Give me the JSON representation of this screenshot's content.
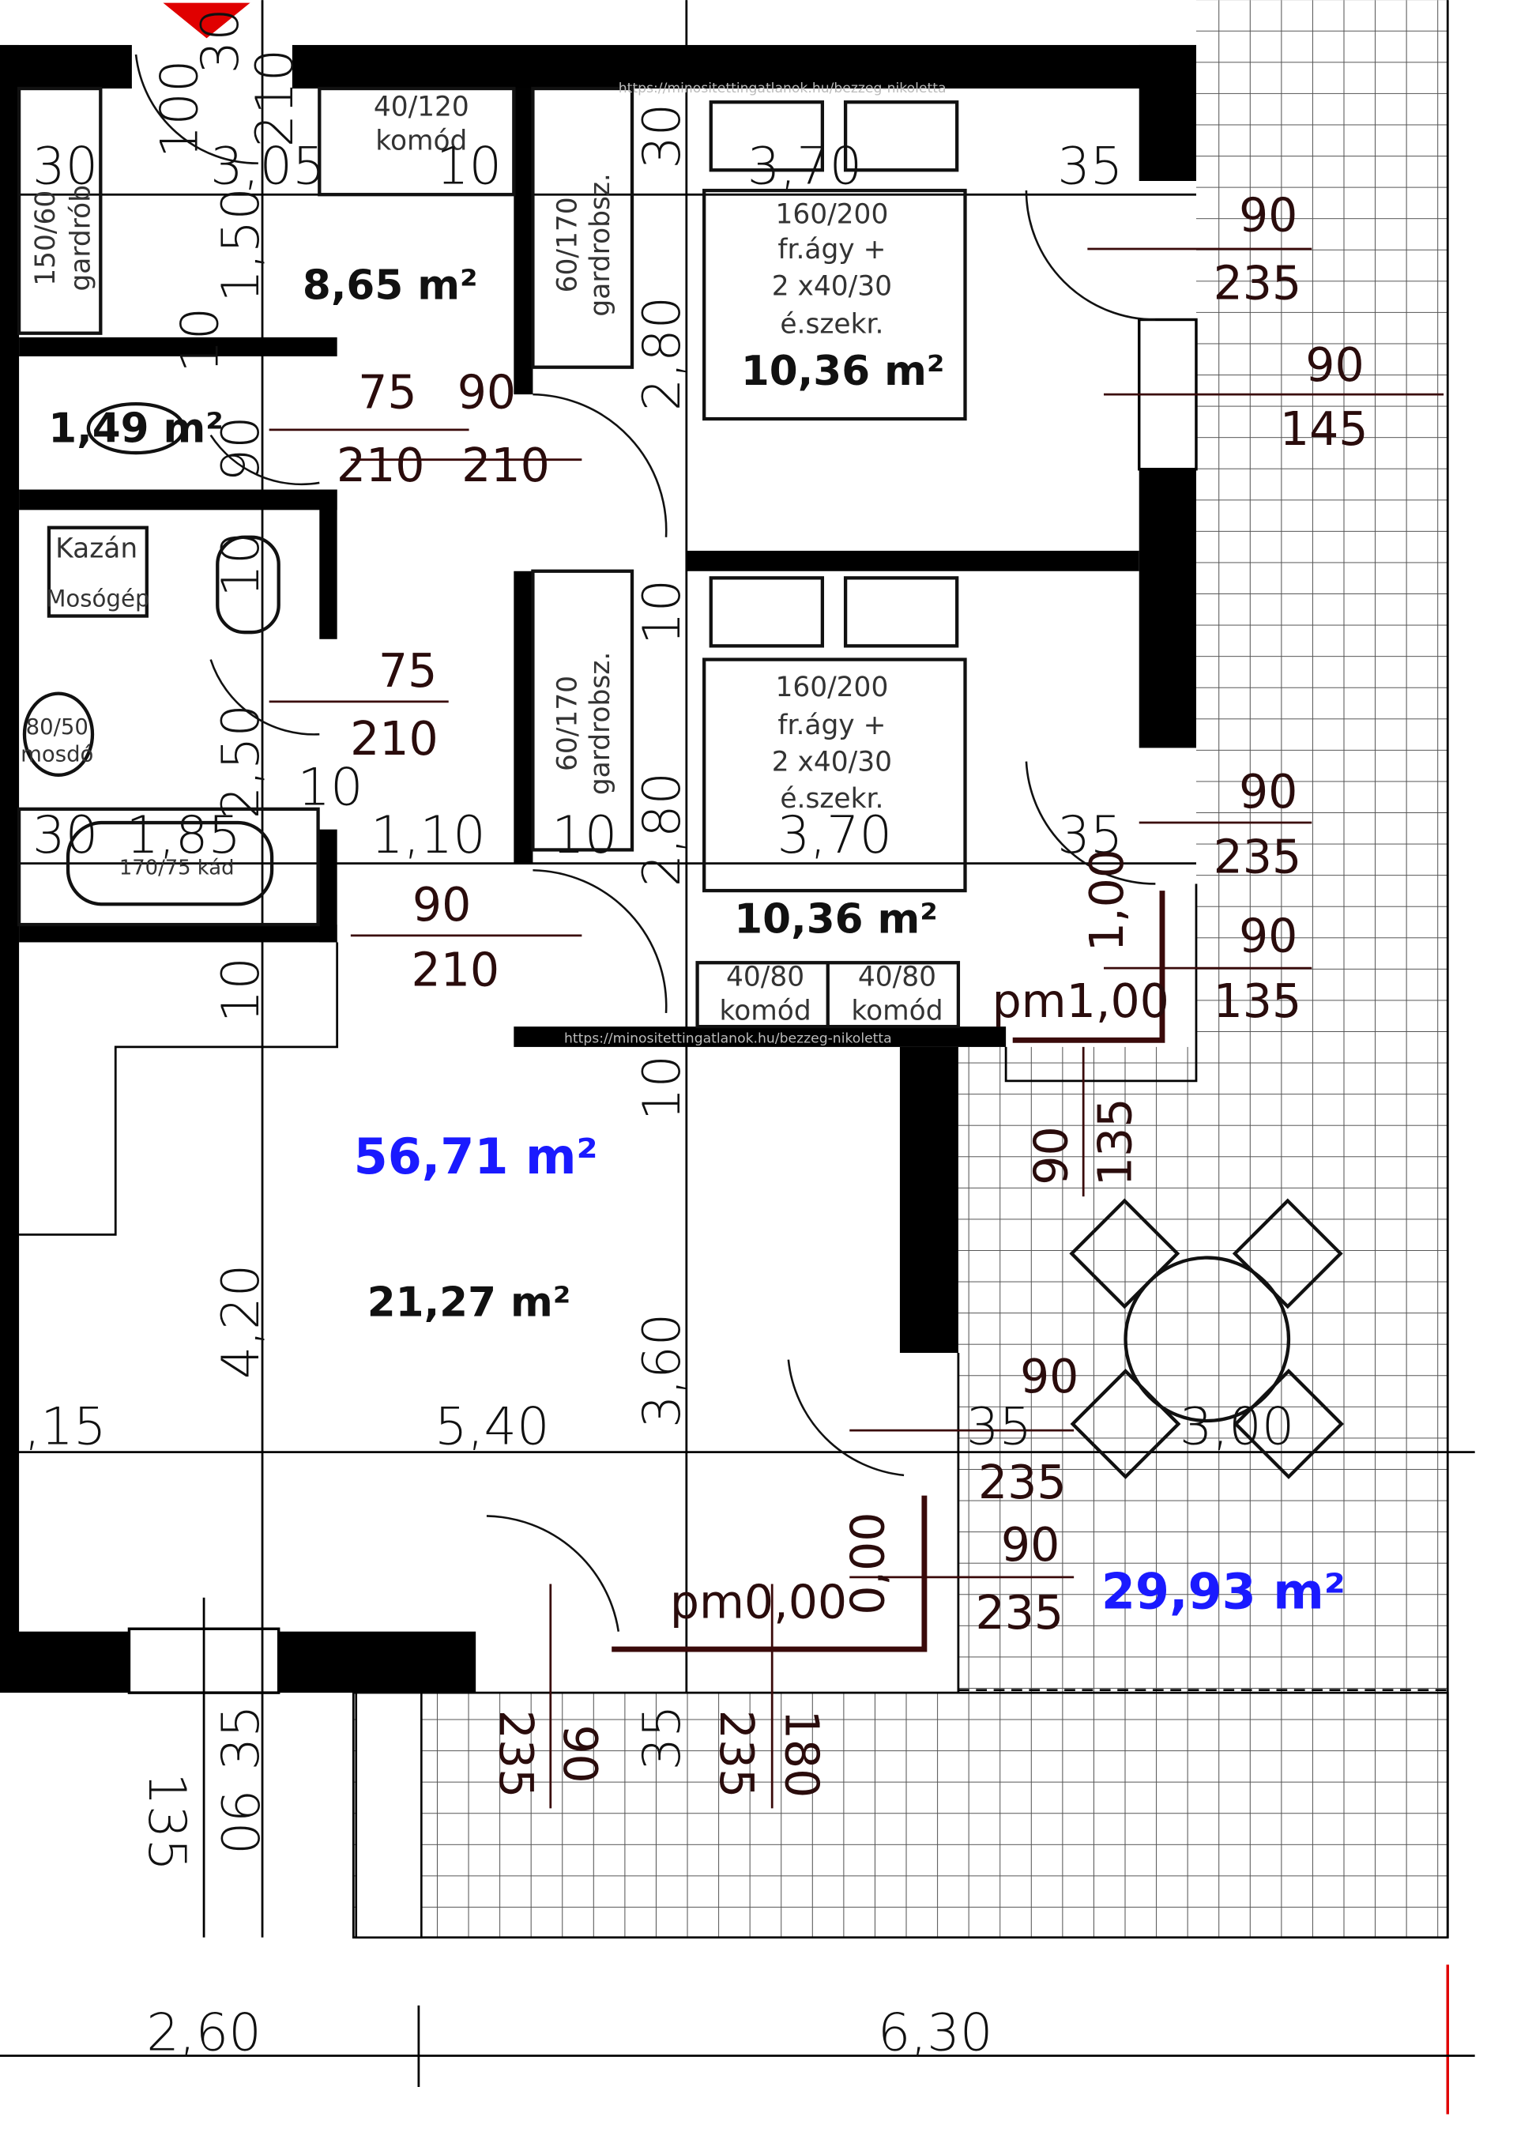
{
  "areas": {
    "bedroom_hall": "8,65 m²",
    "bedroom1": "10,36 m²",
    "wc": "1,49 m²",
    "bedroom2": "10,36 m²",
    "total": "56,71 m²",
    "living": "21,27 m²",
    "terrace": "29,93 m²"
  },
  "furniture": {
    "dresser_top": [
      "40/120",
      "komód"
    ],
    "wardrobe_left": [
      "150/60",
      "gardrób"
    ],
    "wardrobe1": [
      "60/170",
      "gardrobsz."
    ],
    "wardrobe2": [
      "60/170",
      "gardrobsz."
    ],
    "bed1": [
      "160/200",
      "fr.ágy +",
      "2 x40/30",
      "é.szekr."
    ],
    "bed2": [
      "160/200",
      "fr.ágy +",
      "2 x40/30",
      "é.szekr."
    ],
    "boiler": "Kazán",
    "washer": "Mosógép",
    "sink": [
      "80/50",
      "mosdó"
    ],
    "bathtub": "170/75 kád",
    "dresser_a": [
      "40/80",
      "komód"
    ],
    "dresser_b": [
      "40/80",
      "komód"
    ]
  },
  "dimensions": {
    "d100": "100",
    "d30a": "30",
    "d210a": "210",
    "d305": "3,05",
    "d10a": "10",
    "d30b": "30",
    "d30c": "30",
    "d150": "1,50",
    "d10b": "10",
    "d280a": "2,80",
    "d370a": "3,70",
    "d35a": "35",
    "d90a": "90",
    "d235a": "235",
    "d90b": "90",
    "d145": "145",
    "d75a": "75",
    "d90c": "90",
    "d210b": "210",
    "d210c": "210",
    "d90v": "90",
    "d10c": "10",
    "d10d": "10",
    "d75b": "75",
    "d210d": "210",
    "d250": "2,50",
    "d10e": "10",
    "d30d": "30",
    "d185": "1,85",
    "d110": "1,10",
    "d10f": "10",
    "d280b": "2,80",
    "d370b": "3,70",
    "d35b": "35",
    "d90d": "90",
    "d235b": "235",
    "d90e": "90",
    "d135a": "135",
    "d90f": "90",
    "d210e": "210",
    "d10g": "10",
    "d10h": "10",
    "pm1": "pm1,00",
    "pm1v": "1,00",
    "d90g": "90",
    "d135b": "135",
    "d420": "4,20",
    "d360": "3,60",
    "d15": ",15",
    "d540": "5,40",
    "d90h": "90",
    "d35c": "35",
    "d235c": "235",
    "d300": "3,00",
    "pm0": "pm0,00",
    "pm0v": "0,00",
    "d90i": "90",
    "d235d": "235",
    "d35d": "35",
    "d135c": "135",
    "d90j": "90",
    "d235e": "235",
    "d90k": "90",
    "d35e": "35",
    "d235f": "235",
    "d180": "180",
    "d260": "2,60",
    "d630": "6,30"
  },
  "watermark": "https://minositettingatlanok.hu/bezzeg-nikoletta",
  "colors": {
    "area_blue": "#1a1aff",
    "marker_red": "#e00000",
    "dim_line": "#3a0a0a"
  }
}
